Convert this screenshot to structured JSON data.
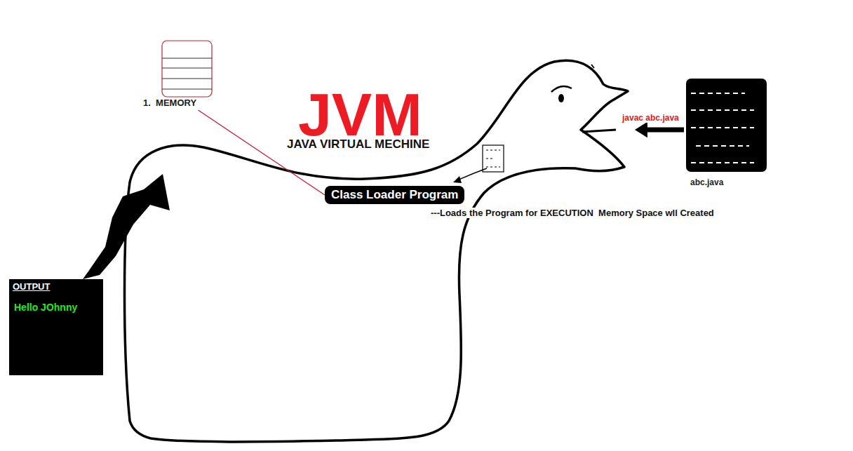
{
  "diagram": {
    "nodes": [
      {
        "text": [
          "1.  MEMORY"
        ]
      },
      {
        "text": [
          "JVM",
          "JAVA VIRTUAL MECHINE"
        ]
      },
      {
        "text": [
          "Class Loader Program"
        ],
        "in": 1
      },
      {
        "text": [
          "abc.java"
        ]
      },
      {
        "text": [
          "OUTPUT",
          "Hello JOhnny"
        ]
      }
    ],
    "edges": [
      {
        "from": 0,
        "to": 2,
        "arrow": "none"
      },
      {
        "from": 3,
        "to": 1,
        "arrow": "to",
        "label": "javac abc.java"
      }
    ],
    "labels": [
      "---Loads the Program for EXECUTION  Memory Space wll Created"
    ]
  }
}
